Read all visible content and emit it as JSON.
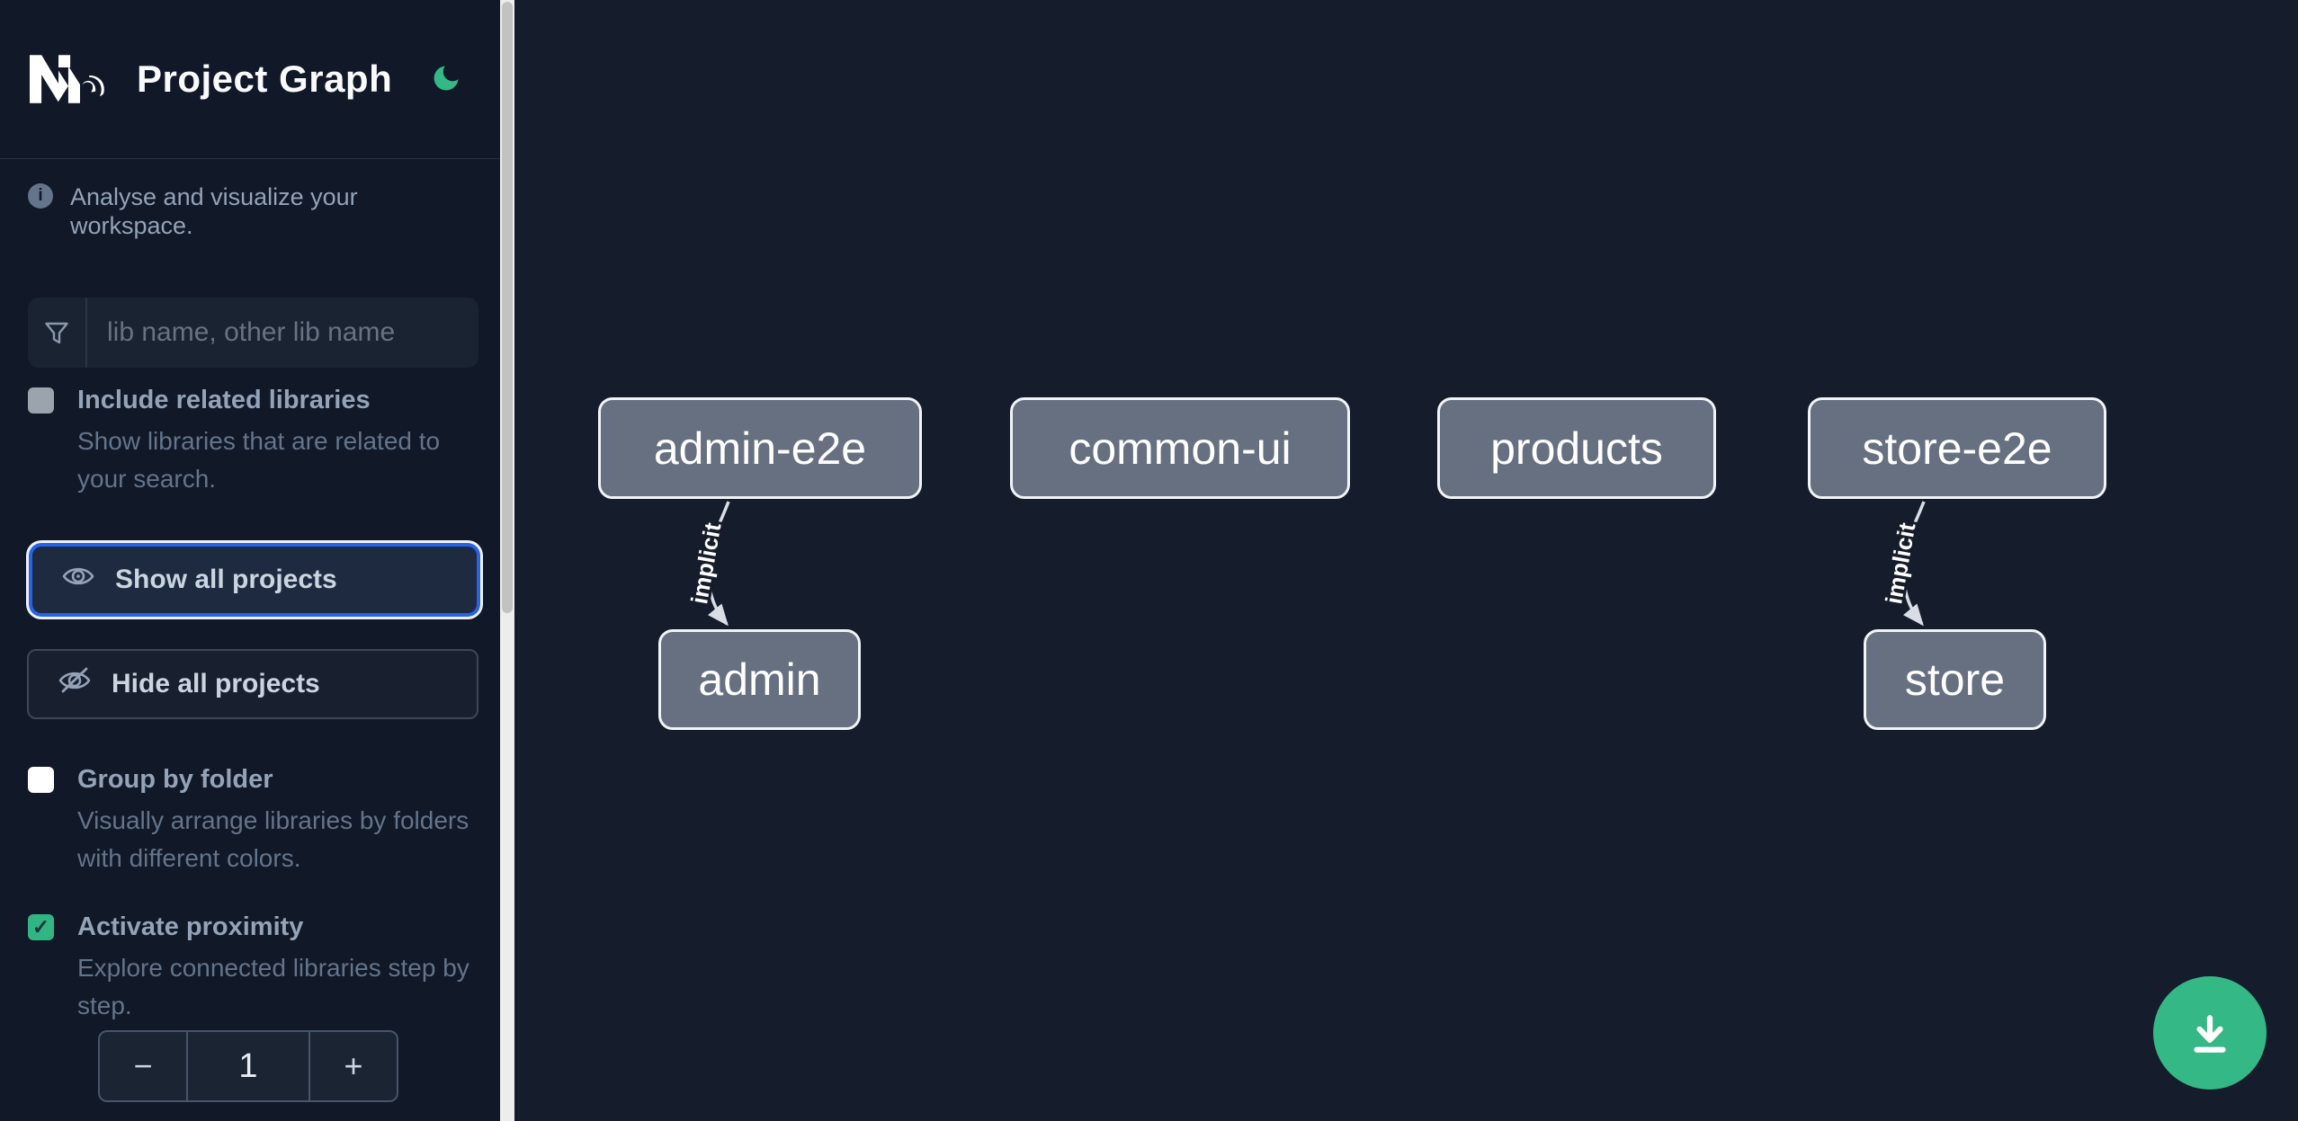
{
  "app": {
    "title": "Project Graph",
    "logo_alt": "Nx"
  },
  "colors": {
    "accent_green": "#34b886",
    "focus_ring_blue": "#2563eb",
    "checkbox_checked_green": "#31b583",
    "node_fill": "#667080",
    "node_border": "#f1f4f8",
    "edge": "#d9dee6",
    "sidebar_bg": "#111827",
    "canvas_bg": "#151c2b"
  },
  "icons": {
    "check": "✓"
  },
  "sidebar": {
    "tagline": "Analyse and visualize your workspace.",
    "search": {
      "placeholder": "lib name, other lib name",
      "value": ""
    },
    "options": [
      {
        "label": "Include related libraries",
        "description": "Show libraries that are related to your search.",
        "checked": false,
        "disabled": true
      },
      {
        "label": "Group by folder",
        "description": "Visually arrange libraries by folders with different colors.",
        "checked": false,
        "disabled": false
      },
      {
        "label": "Activate proximity",
        "description": "Explore connected libraries step by step.",
        "checked": true,
        "disabled": false
      }
    ],
    "actions": {
      "show_all": "Show all projects",
      "hide_all": "Hide all projects"
    },
    "stepper": {
      "decrement": "−",
      "value": "1",
      "increment": "+"
    }
  },
  "graph": {
    "nodes": [
      {
        "label": "admin-e2e"
      },
      {
        "label": "common-ui"
      },
      {
        "label": "products"
      },
      {
        "label": "store-e2e"
      },
      {
        "label": "admin"
      },
      {
        "label": "store"
      }
    ],
    "edges": [
      {
        "from": "admin-e2e",
        "to": "admin",
        "label": "implicit"
      },
      {
        "from": "store-e2e",
        "to": "store",
        "label": "implicit"
      }
    ]
  }
}
